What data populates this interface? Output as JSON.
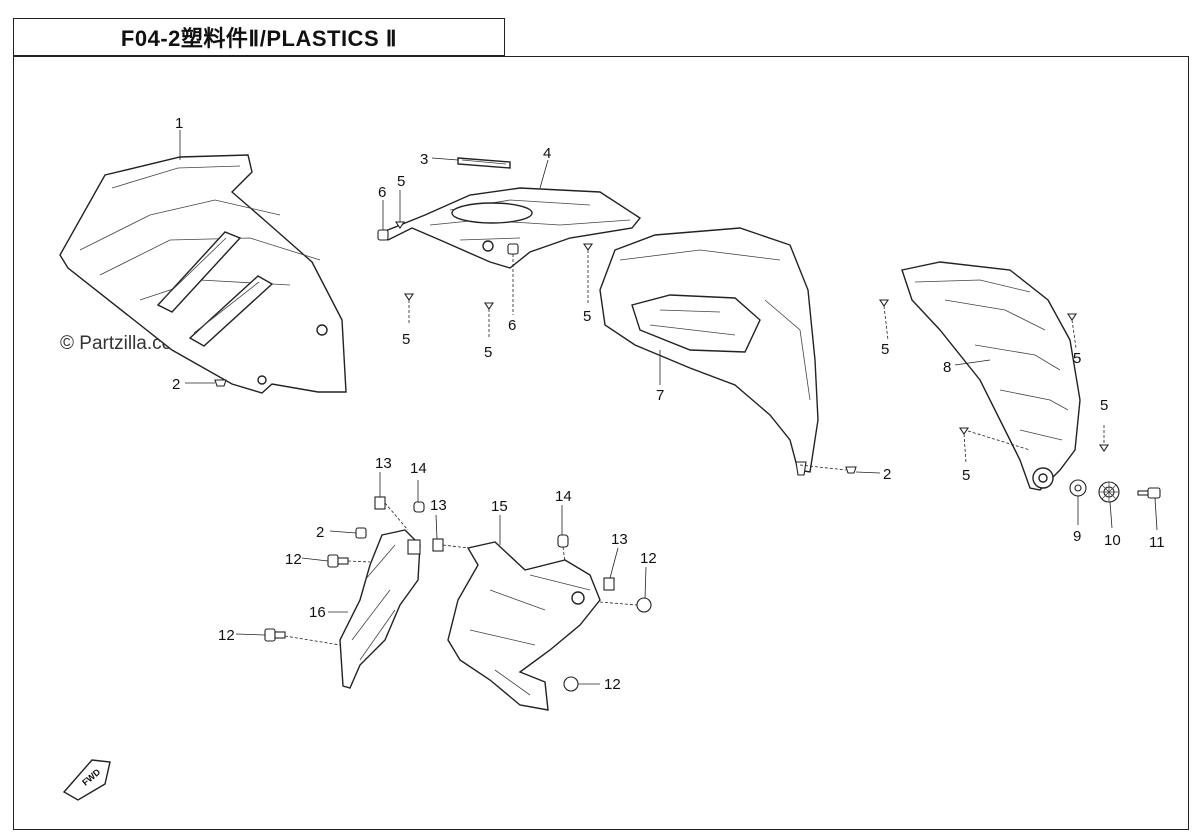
{
  "title": "F04-2塑料件Ⅱ/PLASTICS Ⅱ",
  "watermark": "© Partzilla.com",
  "fwd_marker": "FWD",
  "callouts": [
    "1",
    "2",
    "3",
    "4",
    "5",
    "6",
    "7",
    "8",
    "9",
    "10",
    "11",
    "12",
    "13",
    "14",
    "15",
    "16"
  ]
}
